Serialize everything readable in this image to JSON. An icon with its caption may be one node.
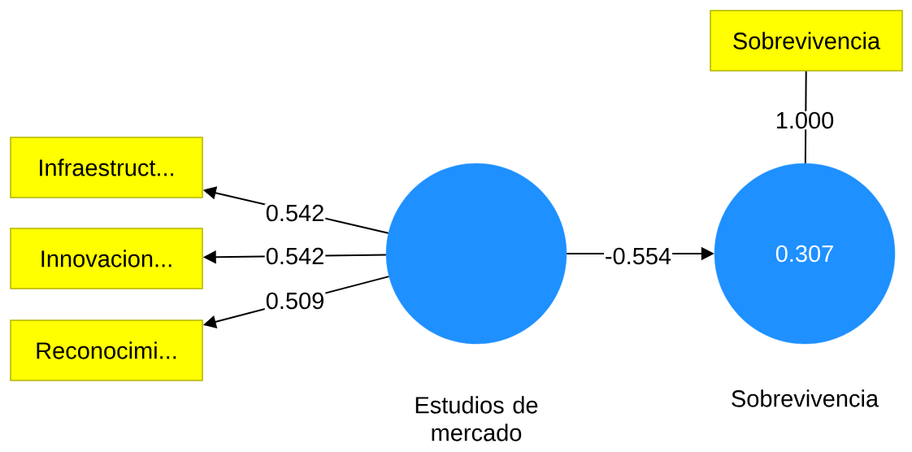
{
  "diagram": {
    "nodes": [
      {
        "text": [
          "Infraestruct..."
        ]
      },
      {
        "text": [
          "Innovacion..."
        ]
      },
      {
        "text": [
          "Reconocimi..."
        ]
      },
      {
        "text": [],
        "shape": "circle",
        "beside": [
          "Estudios de mercado"
        ]
      },
      {
        "text": [
          "0.307"
        ],
        "beside": [
          "Sobrevivencia"
        ]
      },
      {
        "text": [
          "Sobrevivencia"
        ]
      }
    ],
    "edges": [
      {
        "from": 3,
        "to": 0,
        "arrow": "to",
        "label": "0.542"
      },
      {
        "from": 3,
        "to": 1,
        "arrow": "to",
        "label": "0.542"
      },
      {
        "from": 3,
        "to": 2,
        "arrow": "to",
        "label": "0.509"
      },
      {
        "from": 3,
        "to": 4,
        "arrow": "to",
        "label": "-0.554"
      },
      {
        "from": 5,
        "to": 4,
        "arrow": "none",
        "label": "1.000"
      }
    ]
  }
}
